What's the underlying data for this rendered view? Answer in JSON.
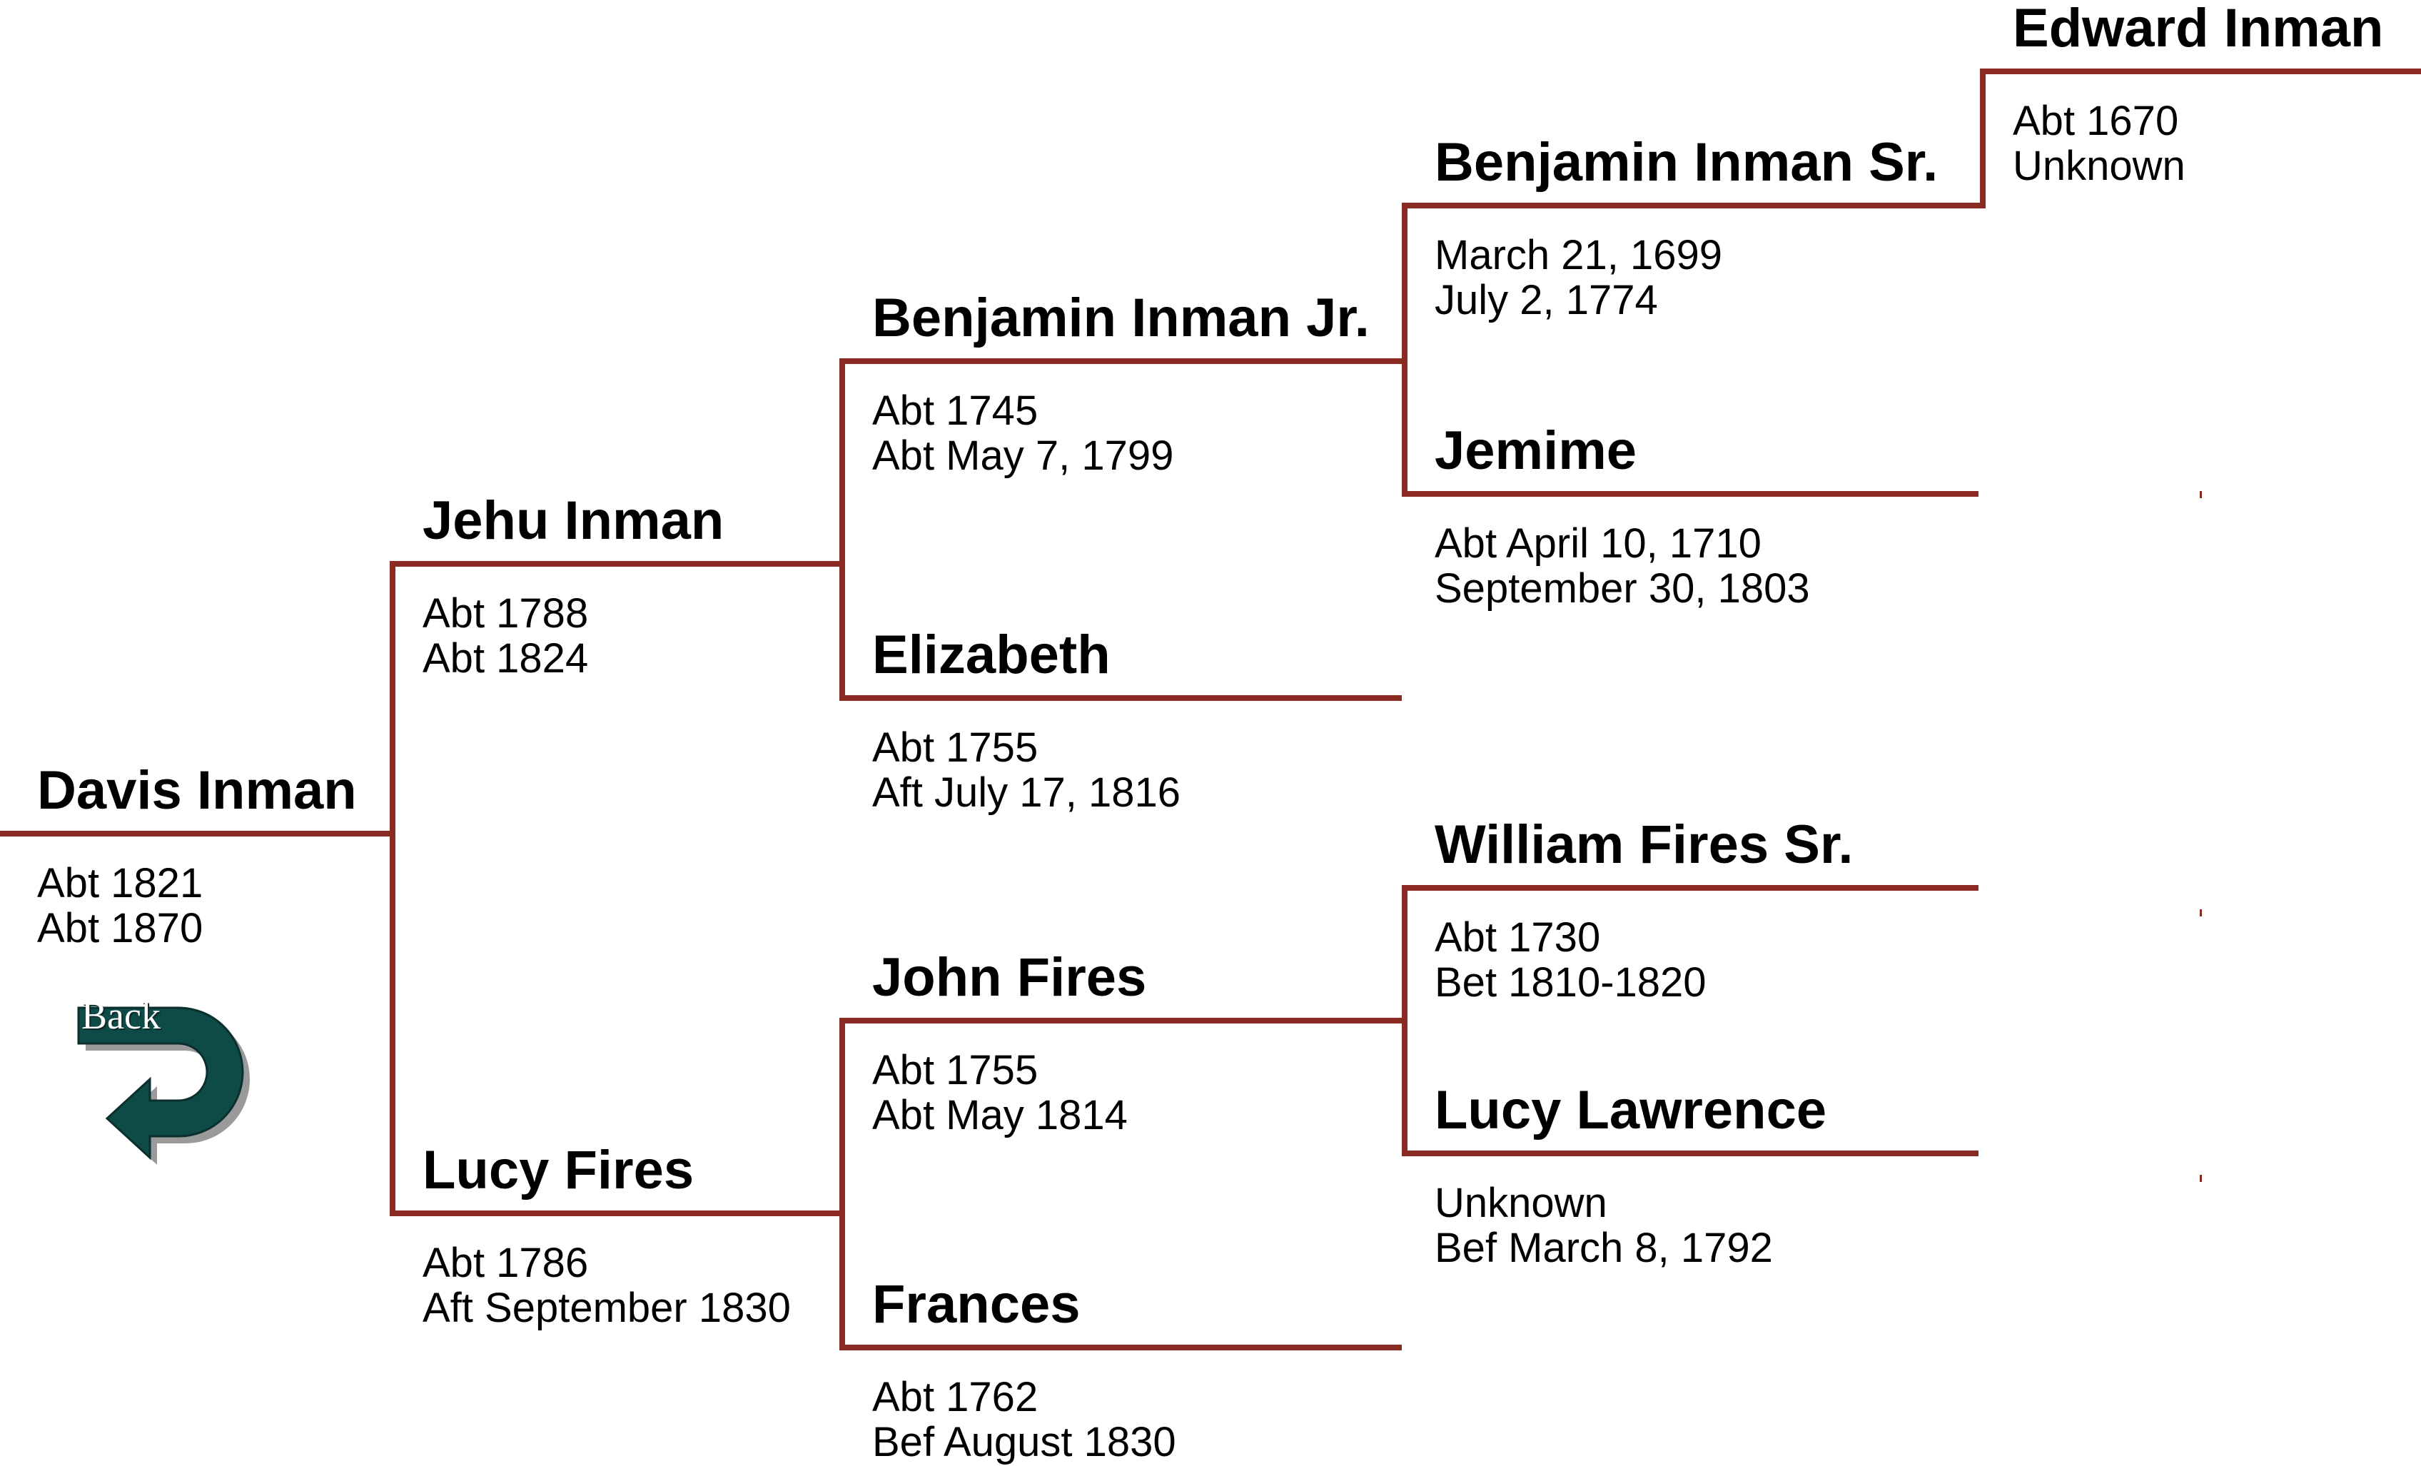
{
  "colors": {
    "line": "#8b2a22",
    "back_button": "#0e4a46"
  },
  "back": {
    "label": "Back",
    "icon": "curved-arrow-back-icon"
  },
  "people": [
    {
      "key": "davis",
      "name": "Davis Inman",
      "birth": "Abt 1821",
      "death": "Abt 1870"
    },
    {
      "key": "jehu",
      "name": "Jehu Inman",
      "birth": "Abt 1788",
      "death": "Abt 1824"
    },
    {
      "key": "lucy_fires",
      "name": "Lucy Fires",
      "birth": "Abt 1786",
      "death": "Aft September 1830"
    },
    {
      "key": "benjamin_jr",
      "name": "Benjamin Inman Jr.",
      "birth": "Abt 1745",
      "death": "Abt May 7, 1799"
    },
    {
      "key": "elizabeth",
      "name": "Elizabeth",
      "birth": "Abt 1755",
      "death": "Aft July 17, 1816"
    },
    {
      "key": "john_fires",
      "name": "John Fires",
      "birth": "Abt 1755",
      "death": "Abt May 1814"
    },
    {
      "key": "frances",
      "name": "Frances",
      "birth": "Abt 1762",
      "death": "Bef August 1830"
    },
    {
      "key": "benjamin_sr",
      "name": "Benjamin Inman Sr.",
      "birth": "March 21, 1699",
      "death": "July 2, 1774"
    },
    {
      "key": "jemime",
      "name": "Jemime",
      "birth": "Abt April 10, 1710",
      "death": "September 30, 1803"
    },
    {
      "key": "william_sr",
      "name": "William Fires Sr.",
      "birth": "Abt 1730",
      "death": "Bet 1810-1820"
    },
    {
      "key": "lucy_lawrence",
      "name": "Lucy Lawrence",
      "birth": "Unknown",
      "death": "Bef March 8, 1792"
    },
    {
      "key": "edward",
      "name": "Edward Inman",
      "birth": "Abt 1670",
      "death": "Unknown"
    }
  ]
}
